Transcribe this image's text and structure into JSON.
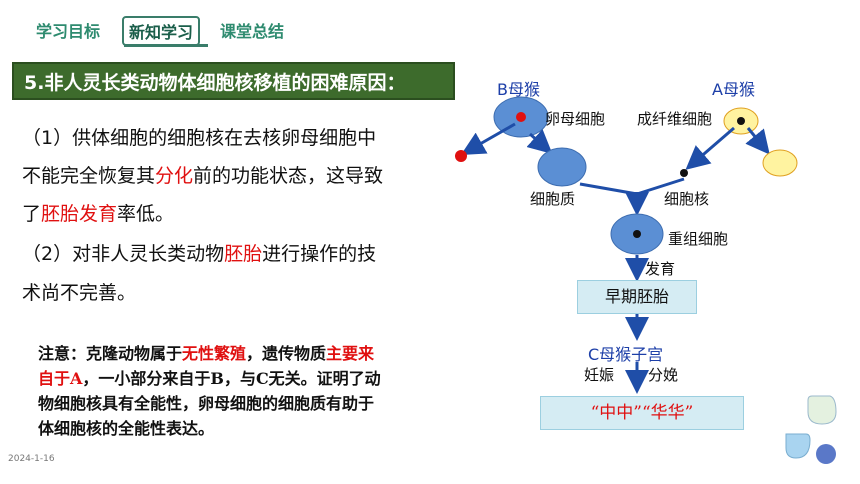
{
  "nav": {
    "tab1": "学习目标",
    "tab2": "新知学习",
    "tab3": "课堂总结"
  },
  "section": {
    "title": "5.非人灵长类动物体细胞核移植的困难原因："
  },
  "point1": {
    "line1": "（1）供体细胞的细胞核在去核卵母细胞中",
    "line2a": "不能完全恢复其",
    "line2b": "分化",
    "line2c": "前的功能状态，这导致",
    "line3a": "了",
    "line3b": "胚胎发育",
    "line3c": "率低。"
  },
  "point2": {
    "line1a": "（2）对非人灵长类动物",
    "line1b": "胚胎",
    "line1c": "进行操作的技",
    "line2": "术尚不完善。"
  },
  "note": {
    "l1a": "注意：克隆动物属于",
    "l1b": "无性繁殖",
    "l1c": "，遗传物质",
    "l1d": "主要来",
    "l2a": "自于A",
    "l2b": "，一小部分来自于B，与C无关。证明了动",
    "l3": "物细胞核具有全能性，卵母细胞的细胞质有助于",
    "l4": "体细胞核的全能性表达。"
  },
  "diagram": {
    "b_monkey": "B母猴",
    "a_monkey": "A母猴",
    "oocyte": "卵母细胞",
    "fibroblast": "成纤维细胞",
    "cytoplasm": "细胞质",
    "nucleus": "细胞核",
    "recombined": "重组细胞",
    "development": "发育",
    "early_embryo": "早期胚胎",
    "c_uterus": "C母猴子宫",
    "pregnancy": "妊娠",
    "delivery": "分娩",
    "result": "“中中”“华华”"
  },
  "footer": {
    "date": "2024-1-16"
  },
  "colors": {
    "accent_green": "#3d6b2c",
    "tab_green": "#2e8b6f",
    "cell_blue": "#5b8fd4",
    "cell_yellow": "#fff3a0",
    "arrow_blue": "#1f4ea8",
    "highlight_red": "#e01010"
  }
}
